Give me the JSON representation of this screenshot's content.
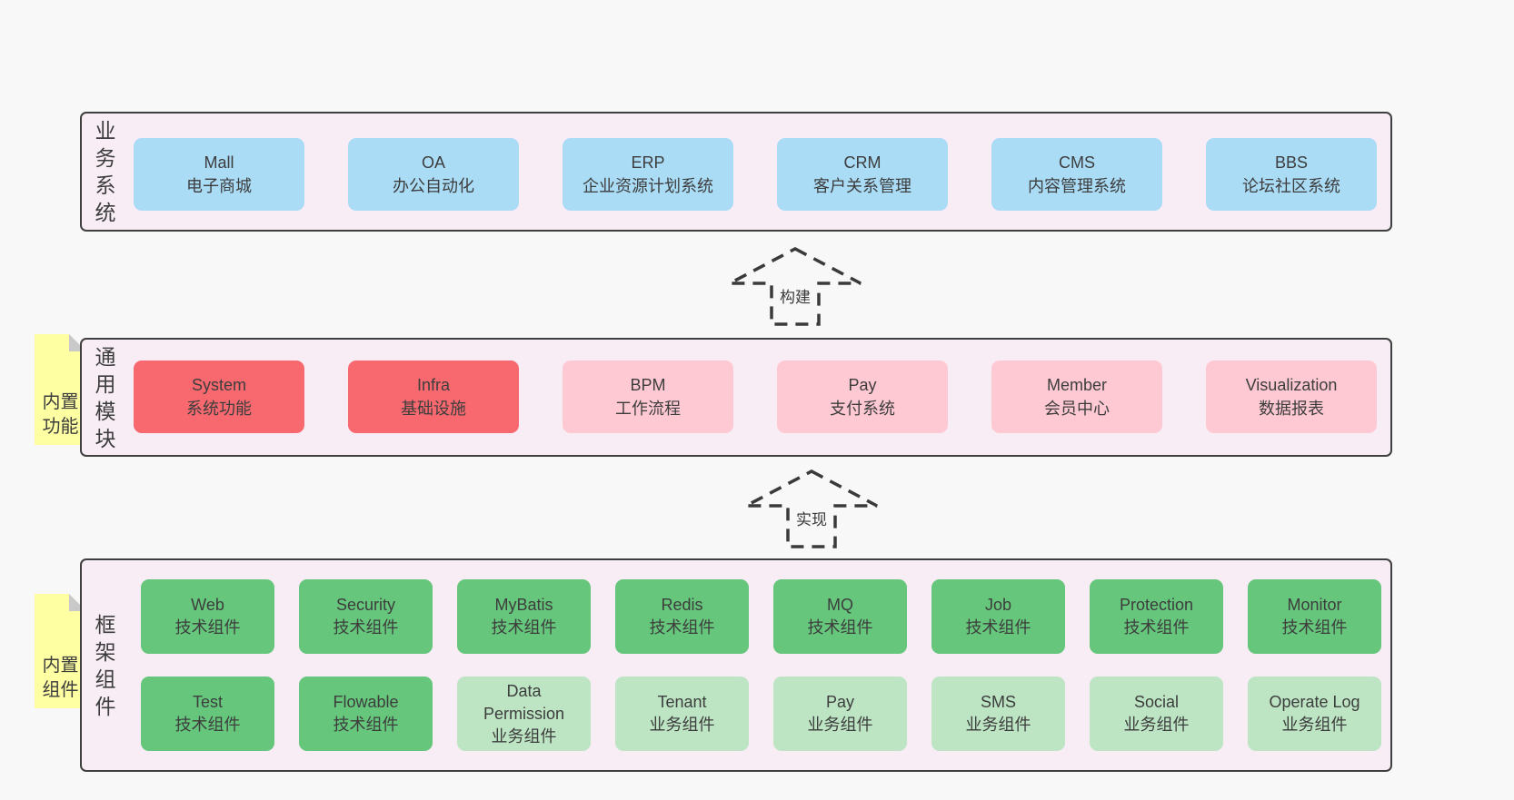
{
  "colors": {
    "page_bg": "#f8f8f8",
    "band_bg": "#f8edf5",
    "band_border": "#3f3f3f",
    "blue": "#aadcf6",
    "red": "#f7696f",
    "pink": "#fec9d3",
    "green_dark": "#65c67c",
    "green_light": "#bde5c4",
    "sticky_yellow": "#feffa3",
    "sticky_fold": "#c9c9c9",
    "text": "#3d3d3d",
    "arrow": "#3a3a3a"
  },
  "arrows": [
    {
      "label": "构建"
    },
    {
      "label": "实现"
    }
  ],
  "stickies": [
    {
      "label": "内置功能"
    },
    {
      "label": "内置组件"
    }
  ],
  "bands": [
    {
      "label": "业务系统",
      "boxes": [
        {
          "title": "Mall",
          "subtitle": "电子商城"
        },
        {
          "title": "OA",
          "subtitle": "办公自动化"
        },
        {
          "title": "ERP",
          "subtitle": "企业资源计划系统"
        },
        {
          "title": "CRM",
          "subtitle": "客户关系管理"
        },
        {
          "title": "CMS",
          "subtitle": "内容管理系统"
        },
        {
          "title": "BBS",
          "subtitle": "论坛社区系统"
        }
      ]
    },
    {
      "label": "通用模块",
      "boxes": [
        {
          "title": "System",
          "subtitle": "系统功能"
        },
        {
          "title": "Infra",
          "subtitle": "基础设施"
        },
        {
          "title": "BPM",
          "subtitle": "工作流程"
        },
        {
          "title": "Pay",
          "subtitle": "支付系统"
        },
        {
          "title": "Member",
          "subtitle": "会员中心"
        },
        {
          "title": "Visualization",
          "subtitle": "数据报表"
        }
      ]
    },
    {
      "label": "框架组件",
      "rows": [
        [
          {
            "title": "Web",
            "subtitle": "技术组件"
          },
          {
            "title": "Security",
            "subtitle": "技术组件"
          },
          {
            "title": "MyBatis",
            "subtitle": "技术组件"
          },
          {
            "title": "Redis",
            "subtitle": "技术组件"
          },
          {
            "title": "MQ",
            "subtitle": "技术组件"
          },
          {
            "title": "Job",
            "subtitle": "技术组件"
          },
          {
            "title": "Protection",
            "subtitle": "技术组件"
          },
          {
            "title": "Monitor",
            "subtitle": "技术组件"
          }
        ],
        [
          {
            "title": "Test",
            "subtitle": "技术组件"
          },
          {
            "title": "Flowable",
            "subtitle": "技术组件"
          },
          {
            "title": "Data Permission",
            "subtitle": "业务组件"
          },
          {
            "title": "Tenant",
            "subtitle": "业务组件"
          },
          {
            "title": "Pay",
            "subtitle": "业务组件"
          },
          {
            "title": "SMS",
            "subtitle": "业务组件"
          },
          {
            "title": "Social",
            "subtitle": "业务组件"
          },
          {
            "title": "Operate Log",
            "subtitle": "业务组件"
          }
        ]
      ]
    }
  ]
}
